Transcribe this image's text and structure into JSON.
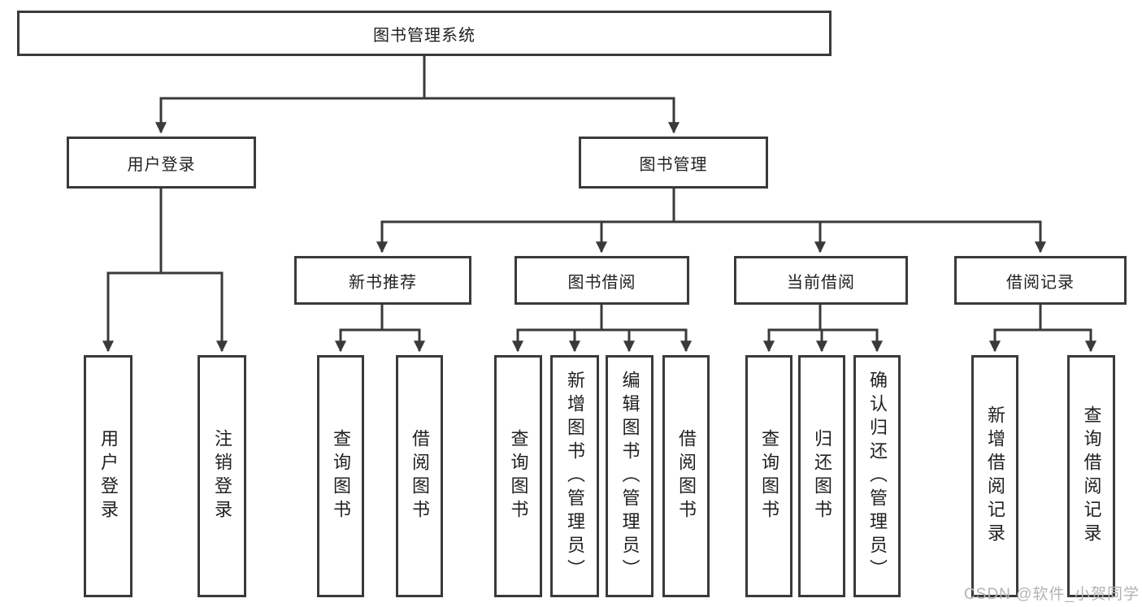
{
  "tree": {
    "root": "图书管理系统",
    "branches": [
      {
        "label": "用户登录",
        "leaves": [
          "用户登录",
          "注销登录"
        ]
      },
      {
        "label": "图书管理",
        "children": [
          {
            "label": "新书推荐",
            "leaves": [
              "查询图书",
              "借阅图书"
            ]
          },
          {
            "label": "图书借阅",
            "leaves": [
              "查询图书",
              "新增图书（管理员）",
              "编辑图书（管理员）",
              "借阅图书"
            ]
          },
          {
            "label": "当前借阅",
            "leaves": [
              "查询图书",
              "归还图书",
              "确认归还（管理员）"
            ]
          },
          {
            "label": "借阅记录",
            "leaves": [
              "新增借阅记录",
              "查询借阅记录"
            ]
          }
        ]
      }
    ]
  },
  "watermark": "CSDN @软件_小贺同学",
  "colors": {
    "line": "#3a3a3a",
    "text": "#212121",
    "watermark": "#b3b3b3",
    "background": "#ffffff"
  }
}
